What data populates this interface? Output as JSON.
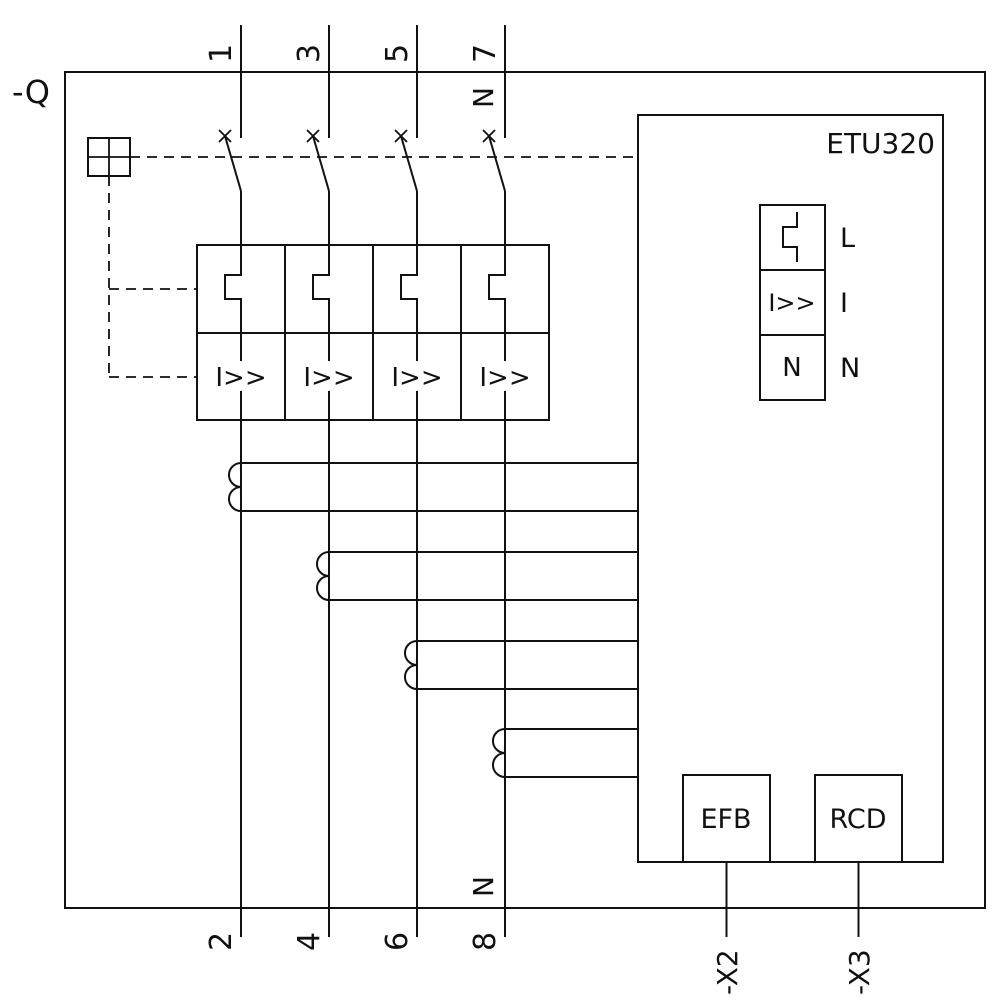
{
  "device": {
    "ref": "-Q"
  },
  "terminals": {
    "top": [
      "1",
      "3",
      "5",
      "7"
    ],
    "bottom": [
      "2",
      "4",
      "6",
      "8"
    ],
    "neutral_top": "N",
    "neutral_bottom": "N"
  },
  "releases": {
    "instantaneous": [
      "I>>",
      "I>>",
      "I>>",
      "I>>"
    ]
  },
  "etu": {
    "label": "ETU320",
    "rows": [
      {
        "symbol": "overload-release",
        "label": "L"
      },
      {
        "value": "I>>",
        "label": "I"
      },
      {
        "value": "N",
        "label": "N"
      }
    ],
    "modules": [
      {
        "name": "EFB"
      },
      {
        "name": "RCD"
      }
    ]
  },
  "connectors": {
    "x2": "-X2",
    "x3": "-X3"
  }
}
